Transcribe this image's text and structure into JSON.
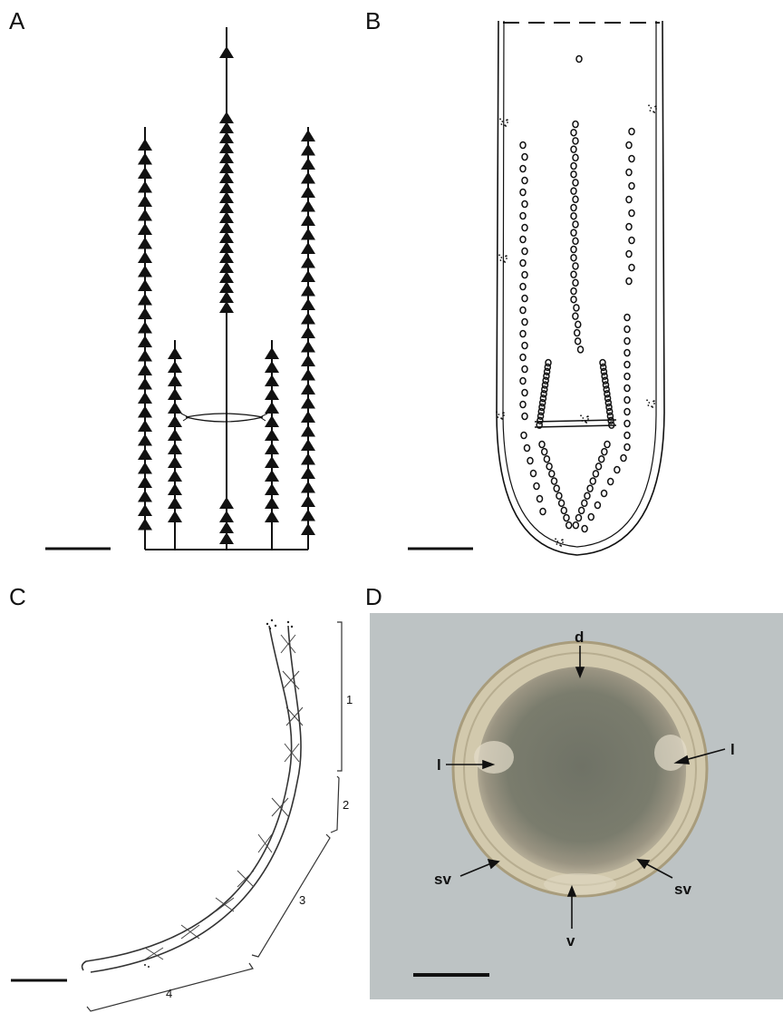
{
  "panels": [
    {
      "id": "A",
      "letter": "A"
    },
    {
      "id": "B",
      "letter": "B"
    },
    {
      "id": "C",
      "letter": "C",
      "segment_labels": [
        "1",
        "2",
        "3",
        "4"
      ]
    },
    {
      "id": "D",
      "letter": "D",
      "annotations": {
        "top": "d",
        "left": "l",
        "right": "l",
        "bottom_left": "sv",
        "bottom_right": "sv",
        "bottom": "v"
      }
    }
  ],
  "colors": {
    "photo_background": "#bdc3c4",
    "ink": "#111111"
  }
}
